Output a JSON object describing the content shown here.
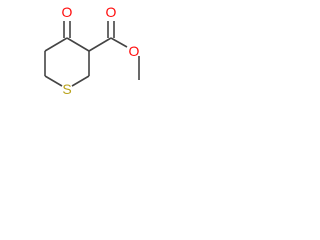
{
  "molecule": {
    "atoms": {
      "ketone_oxygen": {
        "symbol": "O",
        "color": "#ff0d0d"
      },
      "carbonyl_oxygen": {
        "symbol": "O",
        "color": "#ff0d0d"
      },
      "ester_oxygen": {
        "symbol": "O",
        "color": "#ff0d0d"
      },
      "ring_sulfur": {
        "symbol": "S",
        "color": "#b8a21a"
      }
    },
    "bond_color": "#444444"
  }
}
